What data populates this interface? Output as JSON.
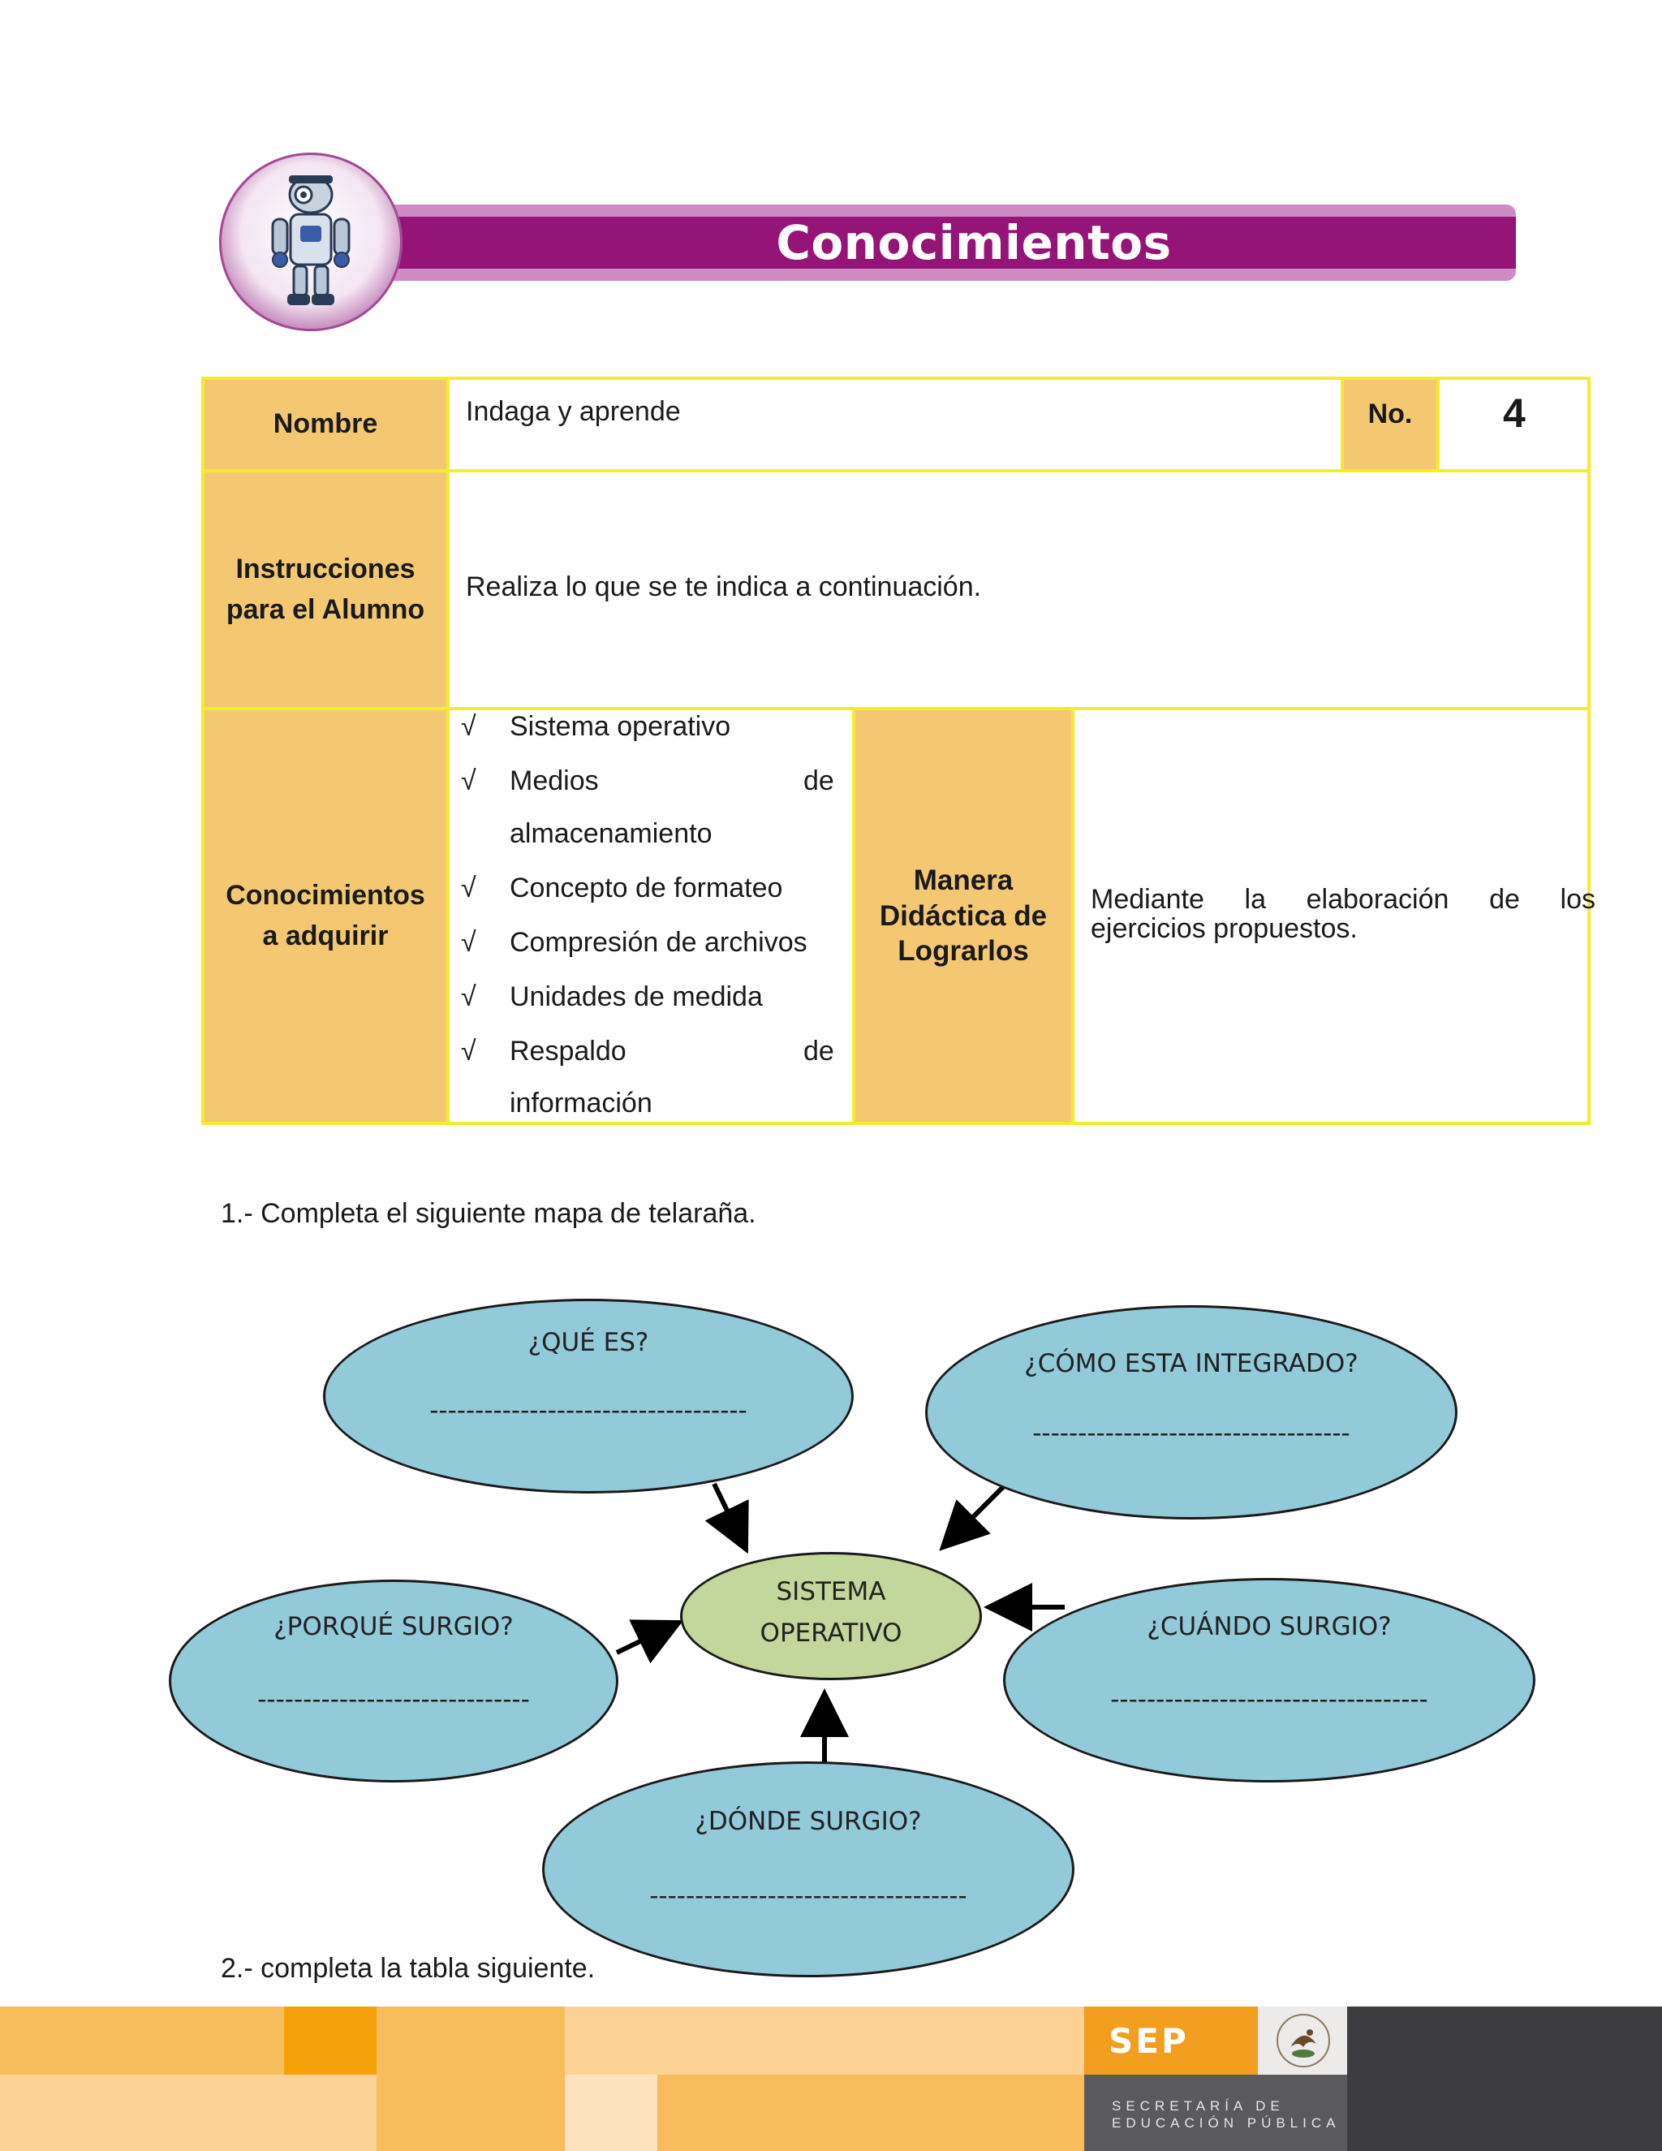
{
  "header": {
    "title": "Conocimientos",
    "mascot": "robot-icon"
  },
  "table": {
    "nombre_label": "Nombre",
    "nombre_value": "Indaga y aprende",
    "no_label": "No.",
    "no_value": "4",
    "instr_label_line1": "Instrucciones",
    "instr_label_line2": "para el Alumno",
    "instr_value": "Realiza lo que se te indica a continuación.",
    "conoc_label_line1": "Conocimientos",
    "conoc_label_line2": "a adquirir",
    "check_mark": "√",
    "items": {
      "i1": "Sistema operativo",
      "i2a": "Medios",
      "i2b": "almacenamiento",
      "i3": "Concepto de formateo",
      "i4": "Compresión de archivos",
      "i5": "Unidades de medida",
      "i6a": "Respaldo",
      "i6b": "información",
      "de": "de"
    },
    "manera_line1": "Manera",
    "manera_line2": "Didáctica de",
    "manera_line3": "Lograrlos",
    "manera_value_words": [
      "Mediante",
      "la",
      "elaboración",
      "de",
      "los"
    ],
    "manera_value_line2": "ejercicios propuestos."
  },
  "instructions": {
    "q1": "1.- Completa el siguiente mapa de telaraña.",
    "q2": "2.- completa la tabla siguiente."
  },
  "diagram": {
    "center_line1": "SISTEMA",
    "center_line2": "OPERATIVO",
    "que_es": "¿QUÉ ES?",
    "como": "¿CÓMO ESTA INTEGRADO?",
    "porque": "¿PORQUÉ SURGIO?",
    "cuando": "¿CUÁNDO SURGIO?",
    "donde": "¿DÓNDE SURGIO?",
    "blank_long": "-----------------------------------",
    "blank_short": "------------------------------"
  },
  "footer": {
    "sep": "SEP",
    "line1": "SECRETARÍA DE",
    "line2": "EDUCACIÓN PÚBLICA",
    "emblem": "mexico-emblem-icon"
  }
}
